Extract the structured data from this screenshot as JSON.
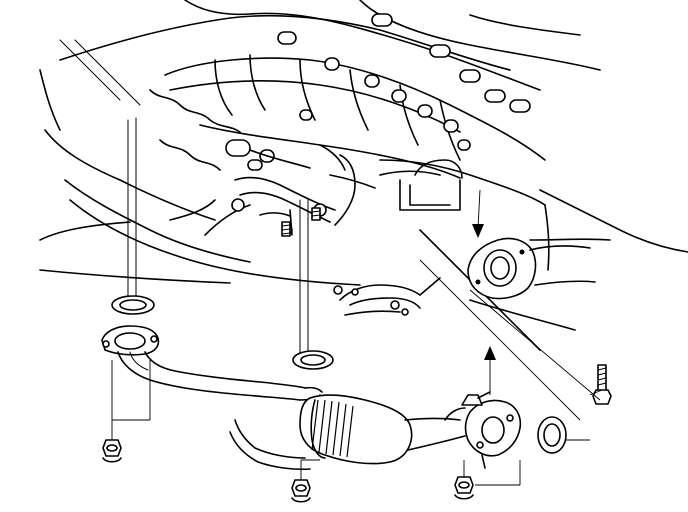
{
  "diagram": {
    "parts": [
      {
        "id": "under-chassis",
        "icon": "chassis-floor-icon"
      },
      {
        "id": "engine-block",
        "icon": "engine-block-icon"
      },
      {
        "id": "front-exhaust-pipe",
        "icon": "exhaust-pipe-icon"
      },
      {
        "id": "catalytic-converter",
        "icon": "catalytic-converter-icon"
      },
      {
        "id": "gasket-upper-left",
        "icon": "ring-gasket-icon"
      },
      {
        "id": "gasket-middle",
        "icon": "ring-gasket-icon"
      },
      {
        "id": "gasket-right",
        "icon": "ring-gasket-icon"
      },
      {
        "id": "nut-left",
        "icon": "flange-nut-icon"
      },
      {
        "id": "nut-center",
        "icon": "flange-nut-icon"
      },
      {
        "id": "nut-right",
        "icon": "flange-nut-icon"
      },
      {
        "id": "bolt-right",
        "icon": "hex-bolt-icon"
      },
      {
        "id": "rear-flange",
        "icon": "exhaust-flange-icon"
      }
    ],
    "arrows": [
      {
        "id": "arrow-down",
        "icon": "arrow-down-icon"
      },
      {
        "id": "arrow-up",
        "icon": "arrow-up-icon"
      }
    ],
    "colors": {
      "line": "#000000",
      "background": "#ffffff"
    }
  }
}
